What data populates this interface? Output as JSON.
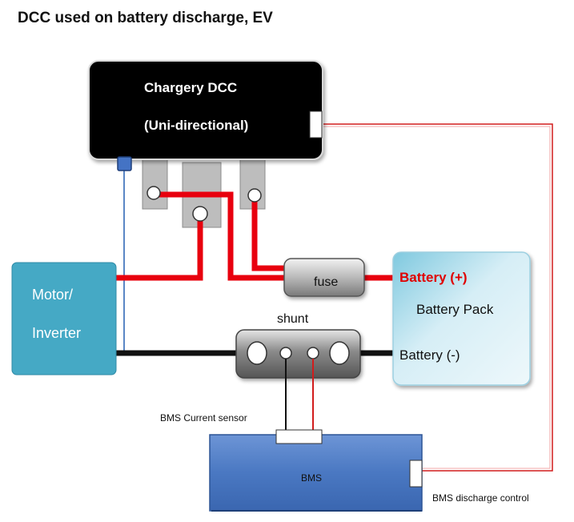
{
  "title": "DCC used on battery discharge, EV",
  "dcc": {
    "line1": "Chargery DCC",
    "line2": "(Uni-directional)"
  },
  "motor": {
    "line1": "Motor/",
    "line2": "Inverter"
  },
  "fuse": {
    "label": "fuse"
  },
  "shunt": {
    "label": "shunt"
  },
  "battery": {
    "positive": "Battery (+)",
    "name": "Battery Pack",
    "negative": "Battery (-)"
  },
  "bms": {
    "label": "BMS",
    "current_sensor": "BMS Current sensor",
    "discharge_control": "BMS discharge control"
  },
  "colors": {
    "power_positive": "#e8000e",
    "power_negative": "#111111",
    "signal_red": "#d21c1c",
    "signal_blue": "#5a86c5",
    "dcc_body": "#000000",
    "motor_fill": "#45a9c5",
    "battery_fill": "#c8e8f2",
    "bms_fill": "#4673bd",
    "battery_positive_text": "#e00000"
  }
}
